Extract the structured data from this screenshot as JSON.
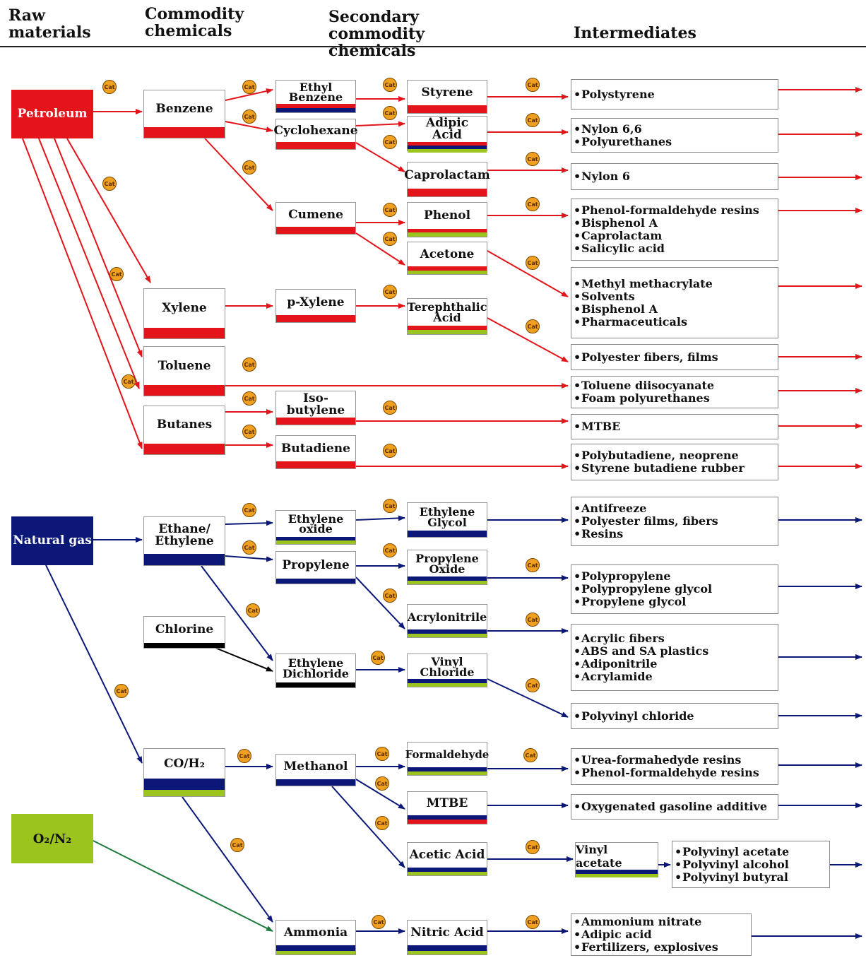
{
  "headers": {
    "raw_materials": "Raw materials",
    "commodity": "Commodity chemicals",
    "secondary": "Secondary commodity chemicals",
    "intermediates": "Intermediates"
  },
  "colors": {
    "red": "#e3141a",
    "navy": "#0b1878",
    "green": "#9cc41e",
    "black": "#000000",
    "darkgreen": "#1d7a3a",
    "cat_badge": "#f0a020"
  },
  "cat_label": "Cat",
  "raw_materials": [
    {
      "id": "petroleum",
      "label": "Petroleum",
      "color": "#e3141a"
    },
    {
      "id": "natgas",
      "label": "Natural gas",
      "color": "#0b1878"
    },
    {
      "id": "o2n2",
      "label": "O₂/N₂",
      "color": "#9cc41e"
    }
  ],
  "commodity_chemicals": [
    {
      "id": "benzene",
      "label": "Benzene"
    },
    {
      "id": "xylene",
      "label": "Xylene"
    },
    {
      "id": "toluene",
      "label": "Toluene"
    },
    {
      "id": "butanes",
      "label": "Butanes"
    },
    {
      "id": "ethane",
      "label": "Ethane/ Ethylene"
    },
    {
      "id": "chlorine",
      "label": "Chlorine"
    },
    {
      "id": "coh2",
      "label": "CO/H₂"
    }
  ],
  "secondary_chemicals": [
    {
      "id": "ethylbenzene",
      "label": "Ethyl Benzene"
    },
    {
      "id": "cyclohexane",
      "label": "Cyclohexane"
    },
    {
      "id": "cumene",
      "label": "Cumene"
    },
    {
      "id": "pxylene",
      "label": "p-Xylene"
    },
    {
      "id": "isobutylene",
      "label": "Iso-butylene"
    },
    {
      "id": "butadiene",
      "label": "Butadiene"
    },
    {
      "id": "ethyleneoxide",
      "label": "Ethylene oxide"
    },
    {
      "id": "propylene",
      "label": "Propylene"
    },
    {
      "id": "edc",
      "label": "Ethylene Dichloride"
    },
    {
      "id": "methanol",
      "label": "Methanol"
    },
    {
      "id": "ammonia",
      "label": "Ammonia"
    },
    {
      "id": "styrene",
      "label": "Styrene"
    },
    {
      "id": "adipic",
      "label": "Adipic Acid"
    },
    {
      "id": "caprolactam",
      "label": "Caprolactam"
    },
    {
      "id": "phenol",
      "label": "Phenol"
    },
    {
      "id": "acetone",
      "label": "Acetone"
    },
    {
      "id": "terephthalic",
      "label": "Terephthalic Acid"
    },
    {
      "id": "eg",
      "label": "Ethylene Glycol"
    },
    {
      "id": "po",
      "label": "Propylene Oxide"
    },
    {
      "id": "acrylonitrile",
      "label": "Acrylonitrile"
    },
    {
      "id": "vcm",
      "label": "Vinyl Chloride"
    },
    {
      "id": "formaldehyde",
      "label": "Formaldehyde"
    },
    {
      "id": "mtbe2",
      "label": "MTBE"
    },
    {
      "id": "acetic",
      "label": "Acetic Acid"
    },
    {
      "id": "nitric",
      "label": "Nitric Acid"
    },
    {
      "id": "vinylacetate",
      "label": "Vinyl acetate"
    }
  ],
  "intermediates": [
    {
      "id": "i_ps",
      "items": [
        "Polystyrene"
      ]
    },
    {
      "id": "i_nylon66",
      "items": [
        "Nylon 6,6",
        "Polyurethanes"
      ]
    },
    {
      "id": "i_nylon6",
      "items": [
        "Nylon 6"
      ]
    },
    {
      "id": "i_phenolic",
      "items": [
        "Phenol-formaldehyde resins",
        "Bisphenol A",
        "Caprolactam",
        "Salicylic acid"
      ]
    },
    {
      "id": "i_mma",
      "items": [
        "Methyl methacrylate",
        "Solvents",
        "Bisphenol A",
        "Pharmaceuticals"
      ]
    },
    {
      "id": "i_polyester",
      "items": [
        "Polyester fibers, films"
      ]
    },
    {
      "id": "i_tdi",
      "items": [
        "Toluene diisocyanate",
        "Foam polyurethanes"
      ]
    },
    {
      "id": "i_mtbe",
      "items": [
        "MTBE"
      ]
    },
    {
      "id": "i_rubber",
      "items": [
        "Polybutadiene, neoprene",
        "Styrene butadiene rubber"
      ]
    },
    {
      "id": "i_antifreeze",
      "items": [
        "Antifreeze",
        "Polyester films, fibers",
        "Resins"
      ]
    },
    {
      "id": "i_pp",
      "items": [
        "Polypropylene",
        "Polypropylene glycol",
        "Propylene glycol"
      ]
    },
    {
      "id": "i_acrylic",
      "items": [
        "Acrylic fibers",
        "ABS and SA plastics",
        "Adiponitrile",
        "Acrylamide"
      ]
    },
    {
      "id": "i_pvc",
      "items": [
        "Polyvinyl chloride"
      ]
    },
    {
      "id": "i_urea",
      "items": [
        "Urea-formahedyde resins",
        "Phenol-formaldehyde resins"
      ]
    },
    {
      "id": "i_oxy",
      "items": [
        "Oxygenated gasoline additive"
      ]
    },
    {
      "id": "i_pva",
      "items": [
        "Polyvinyl acetate",
        "Polyvinyl alcohol",
        "Polyvinyl butyral"
      ]
    },
    {
      "id": "i_fert",
      "items": [
        "Ammonium nitrate",
        "Adipic acid",
        "Fertilizers, explosives"
      ]
    }
  ]
}
